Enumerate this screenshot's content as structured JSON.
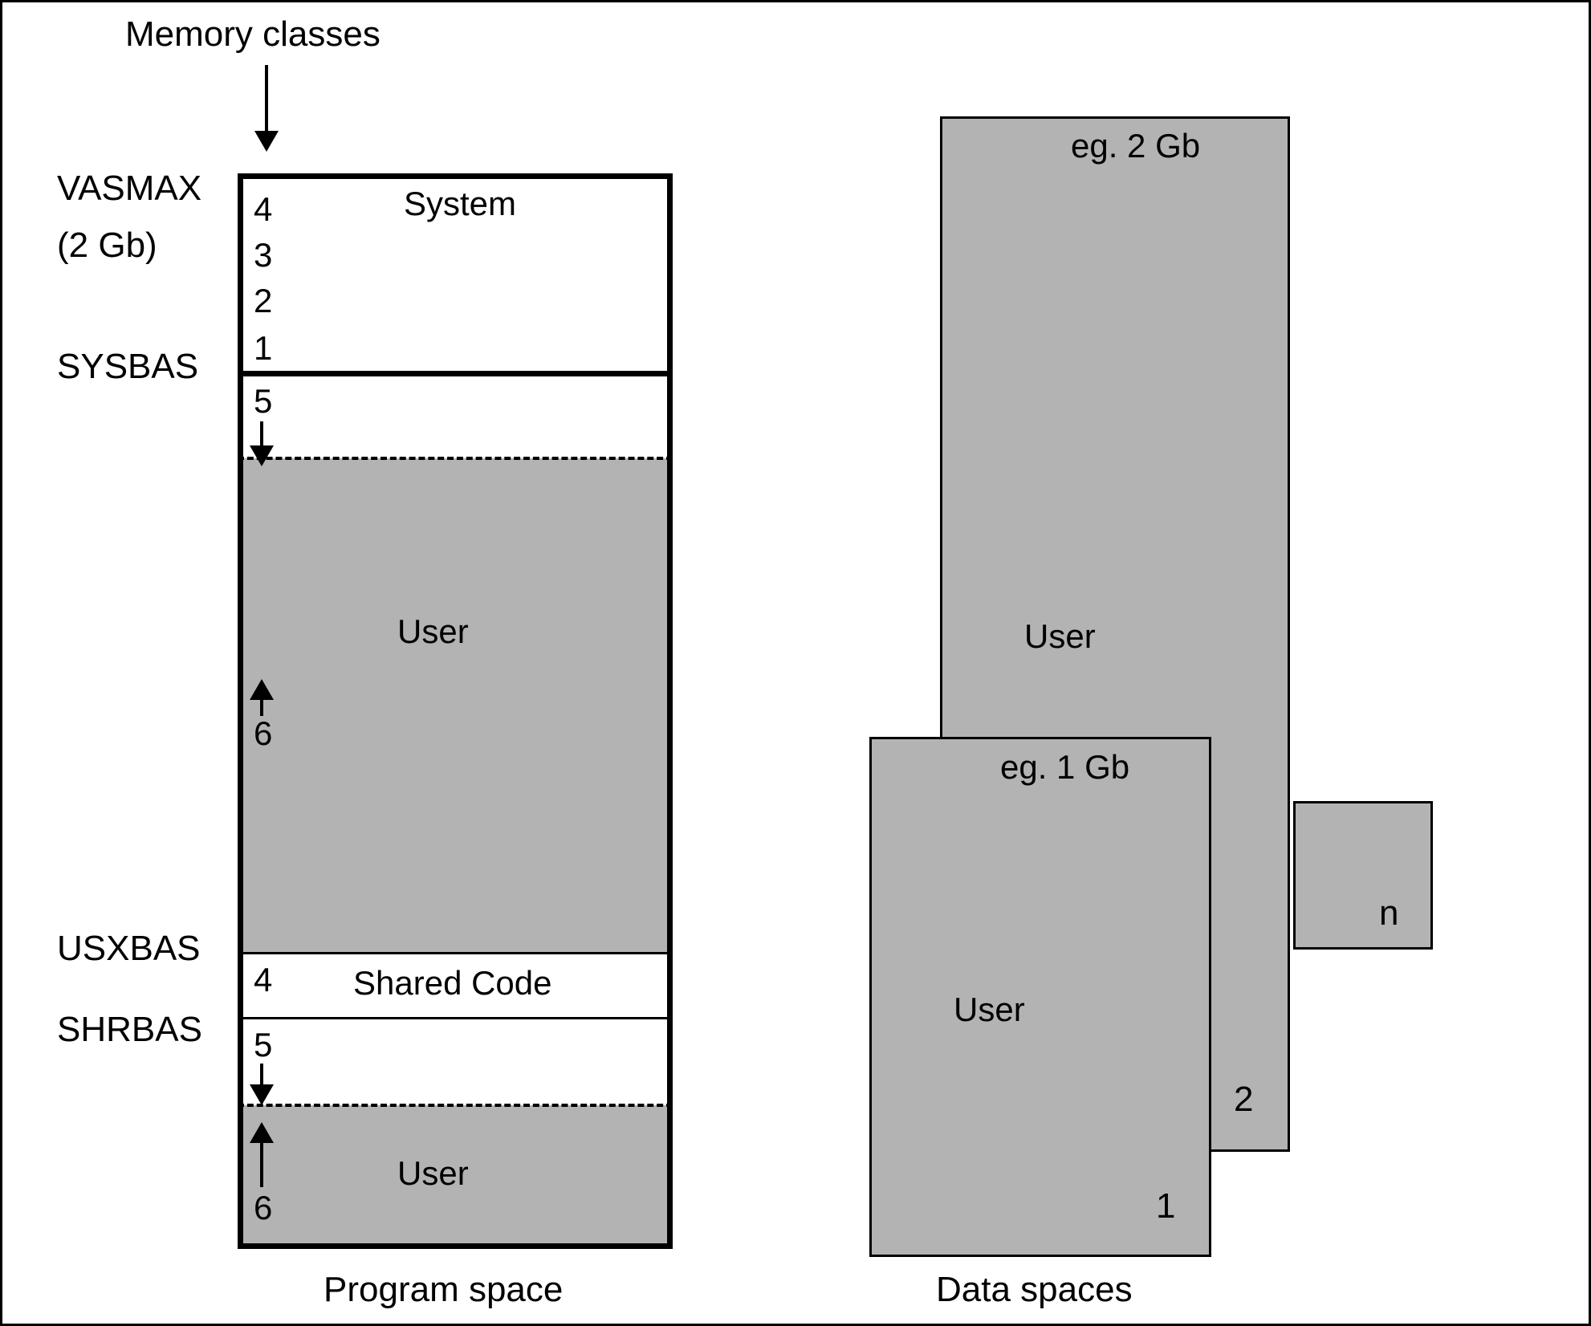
{
  "figure": {
    "top_annotation": "Memory classes",
    "left_caption": "Program space",
    "right_caption": "Data spaces",
    "colors": {
      "user_fill": "#b3b3b3",
      "system_fill": "#ffffff",
      "line": "#000000"
    }
  },
  "program_space": {
    "boundary_labels": [
      {
        "name": "VASMAX",
        "line1": "VASMAX",
        "line2": "(2 Gb)"
      },
      {
        "name": "SYSBAS",
        "line1": "SYSBAS"
      },
      {
        "name": "USXBAS",
        "line1": "USXBAS"
      },
      {
        "name": "SHRBAS",
        "line1": "SHRBAS"
      }
    ],
    "regions": [
      {
        "id": "system",
        "label": "System",
        "fill": "system_fill",
        "classes": [
          "4",
          "3",
          "2",
          "1"
        ]
      },
      {
        "id": "sys-gap",
        "label": "",
        "fill": "system_fill",
        "classes": [
          "5"
        ],
        "arrow": "down"
      },
      {
        "id": "user-upper",
        "label": "User",
        "fill": "user_fill",
        "classes": [
          "6"
        ],
        "arrow": "up"
      },
      {
        "id": "shared-code",
        "label": "Shared Code",
        "fill": "system_fill",
        "classes": [
          "4"
        ]
      },
      {
        "id": "shr-gap",
        "label": "",
        "fill": "system_fill",
        "classes": [
          "5"
        ],
        "arrow": "down"
      },
      {
        "id": "user-lower",
        "label": "User",
        "fill": "user_fill",
        "classes": [
          "6"
        ],
        "arrow": "up"
      }
    ],
    "class_numbers": {
      "system_4": "4",
      "system_3": "3",
      "system_2": "2",
      "system_1": "1",
      "sysgap_5": "5",
      "userupper_6": "6",
      "shared_4": "4",
      "shrgap_5": "5",
      "userlower_6": "6"
    },
    "region_labels": {
      "system": "System",
      "user_upper": "User",
      "shared_code": "Shared Code",
      "user_lower": "User"
    }
  },
  "data_spaces": {
    "boxes": [
      {
        "id": "space-n",
        "number": "n",
        "size_label": "",
        "body_label": ""
      },
      {
        "id": "space-2",
        "number": "2",
        "size_label": "eg. 2 Gb",
        "body_label": "User"
      },
      {
        "id": "space-1",
        "number": "1",
        "size_label": "eg. 1 Gb",
        "body_label": "User"
      }
    ],
    "labels": {
      "size_2gb": "eg. 2 Gb",
      "size_1gb": "eg. 1 Gb",
      "user_tall": "User",
      "user_front": "User",
      "num_1": "1",
      "num_2": "2",
      "num_n": "n"
    }
  }
}
